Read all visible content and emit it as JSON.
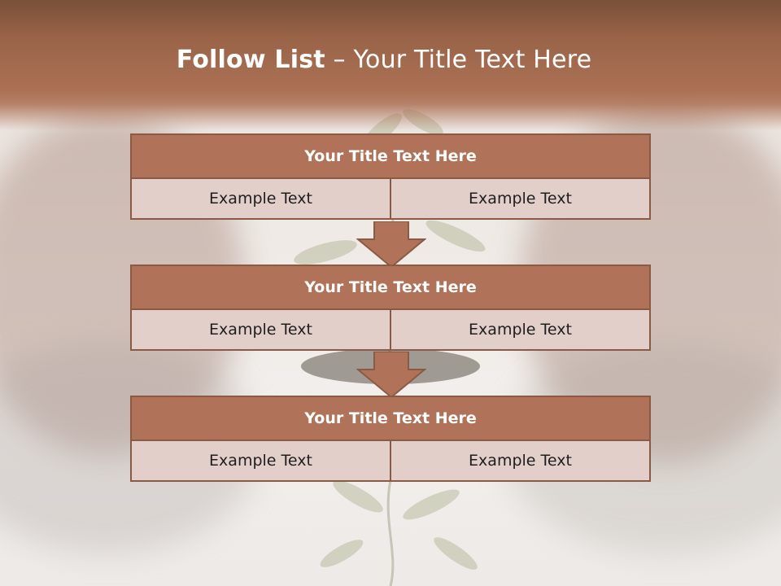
{
  "title": {
    "bold": "Follow List",
    "rest": "  – Your Title Text Here"
  },
  "blocks": [
    {
      "title": "Your Title Text Here",
      "left": "Example Text",
      "right": "Example Text"
    },
    {
      "title": "Your Title Text Here",
      "left": "Example Text",
      "right": "Example Text"
    },
    {
      "title": "Your Title Text Here",
      "left": "Example Text",
      "right": "Example Text"
    }
  ],
  "colors": {
    "header": "#ac7155",
    "block_title": "#b0735a",
    "cell": "#e3cfca",
    "border": "#8a5a44"
  }
}
